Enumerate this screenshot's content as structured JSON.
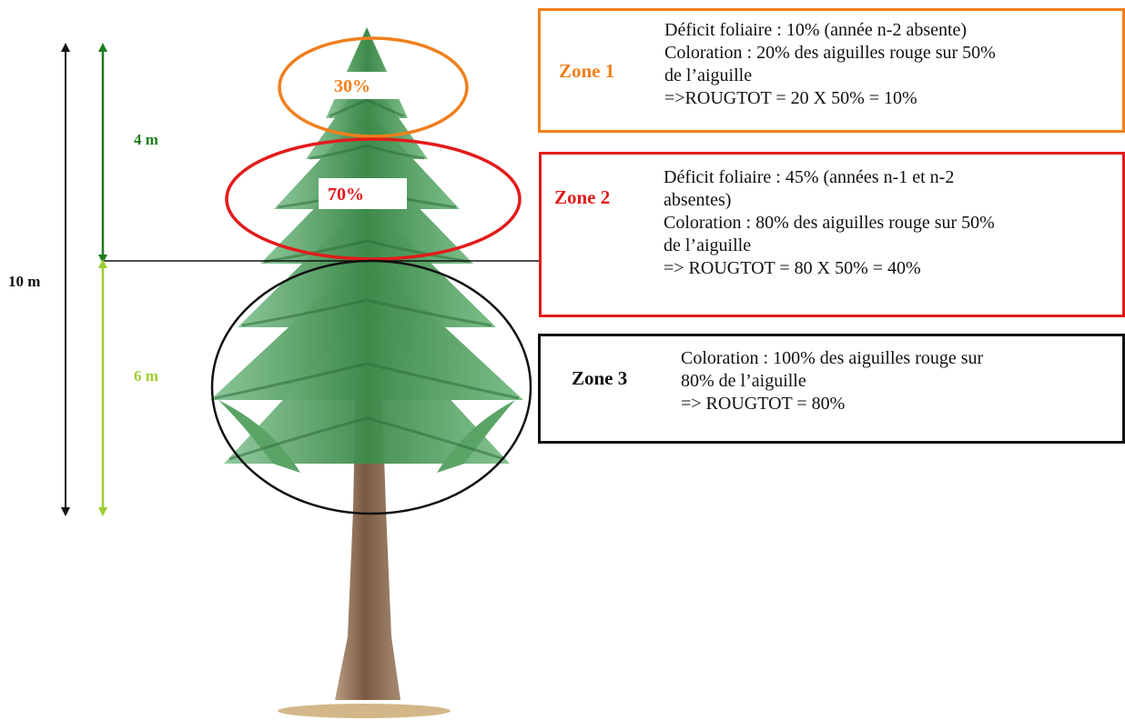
{
  "colors": {
    "zone1": "#f07f1d",
    "zone2": "#e31b1b",
    "zone3": "#111111",
    "height_total": "#111111",
    "height_top": "#1e7d1e",
    "height_bottom": "#9ccc32",
    "foliage": "#4f9a58",
    "trunk": "#7a5a44"
  },
  "measures": {
    "total_height": "10 m",
    "top_section": "4 m",
    "bottom_section": "6 m"
  },
  "tree_labels": {
    "zone1_pct": "30%",
    "zone2_pct": "70%"
  },
  "zones": [
    {
      "title": "Zone 1",
      "lines": [
        "Déficit foliaire : 10% (année n-2 absente)",
        "Coloration : 20% des aiguilles rouge sur 50%",
        "de l’aiguille",
        "=>ROUGTOT =  20 X 50% = 10%"
      ]
    },
    {
      "title": "Zone 2",
      "lines": [
        "Déficit foliaire : 45% (années n-1 et n-2",
        "absentes)",
        "Coloration : 80% des aiguilles rouge sur 50%",
        "de l’aiguille",
        "=> ROUGTOT = 80 X 50% =  40%"
      ]
    },
    {
      "title": "Zone 3",
      "lines": [
        "Coloration : 100% des aiguilles rouge sur",
        "80%  de l’aiguille",
        "=> ROUGTOT = 80%"
      ]
    }
  ]
}
